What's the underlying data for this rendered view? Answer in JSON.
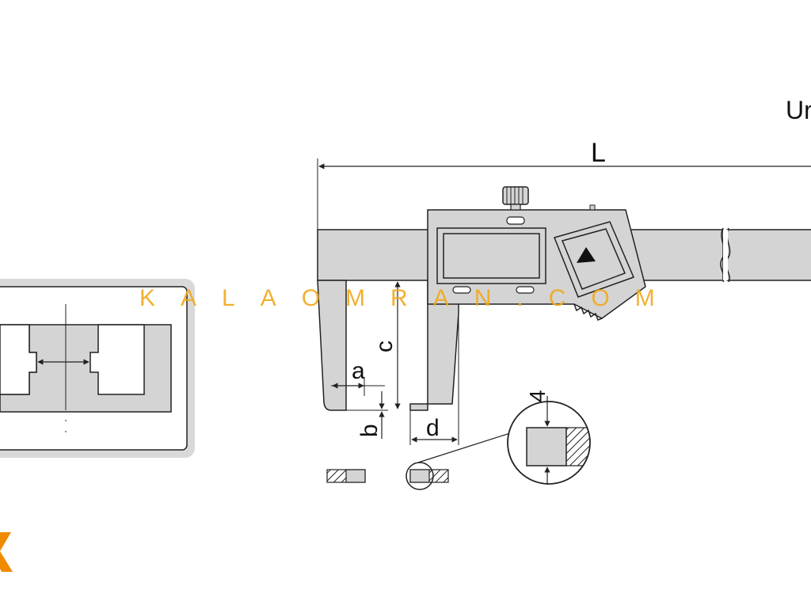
{
  "labels": {
    "length": "L",
    "unit": "Un",
    "a": "a",
    "b": "b",
    "c": "c",
    "d": "d",
    "detail_dim": "4"
  },
  "watermark": {
    "text": "KALAOMRAN.COM",
    "color": "#f0a81c"
  },
  "colors": {
    "part_fill": "#d4d4d4",
    "outline": "#222222",
    "frame_shadow": "#d9d9d9",
    "logo_accent": "#f08a00"
  },
  "icons": {
    "display_arrow": "triangle-up-icon",
    "brand_logo": "logo-icon"
  }
}
